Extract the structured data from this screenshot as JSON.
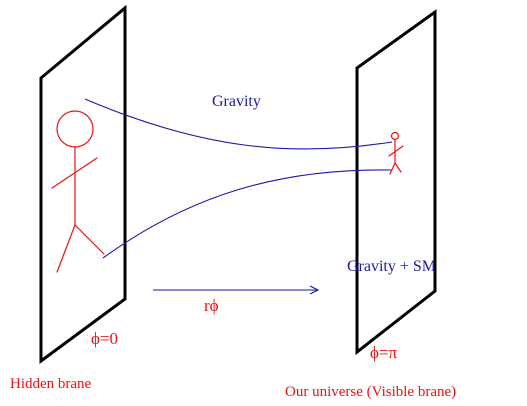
{
  "labels": {
    "gravity": "Gravity",
    "gravity_sm": "Gravity + SM",
    "r_phi": "rϕ",
    "phi_zero": "ϕ=0",
    "phi_pi": "ϕ=π",
    "hidden_brane": "Hidden brane",
    "visible_brane": "Our universe (Visible brane)"
  },
  "colors": {
    "brane": "#000000",
    "field_lines": "#1a1aa6",
    "text_blue": "#1a1aa6",
    "text_red": "#ee1111",
    "figure": "#ee1111"
  },
  "icons": {
    "hidden_observer": "stick-figure-icon",
    "visible_observer": "stick-figure-icon",
    "direction": "arrow-right-icon"
  }
}
